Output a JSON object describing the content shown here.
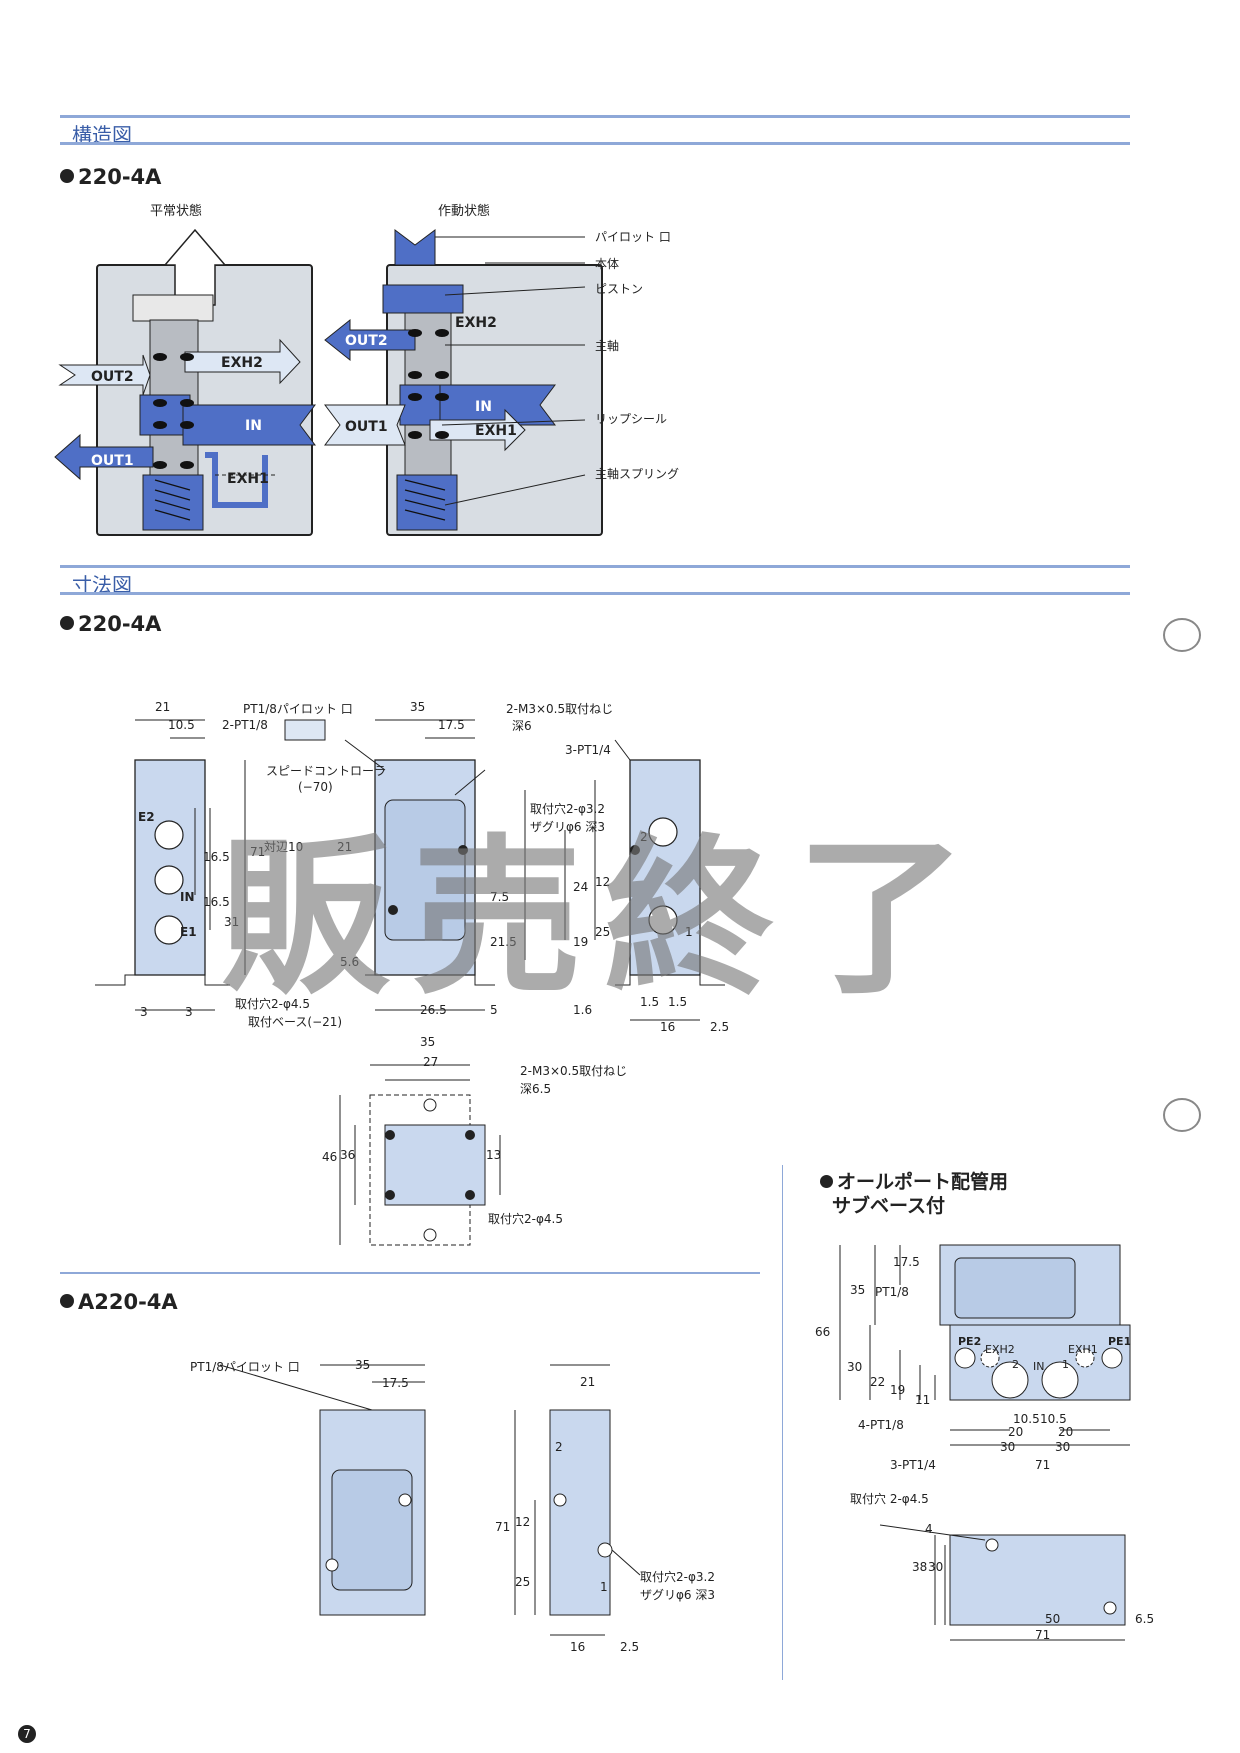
{
  "sections": {
    "structure": "構造図",
    "dimensions": "寸法図"
  },
  "models": {
    "m1": "220-4A",
    "m2": "220-4A",
    "m3": "A220-4A"
  },
  "structure": {
    "normal_state": "平常状態",
    "active_state": "作動状態",
    "ports": {
      "out2": "OUT2",
      "out1": "OUT1",
      "exh2": "EXH2",
      "exh1": "EXH1",
      "in": "IN"
    },
    "parts": {
      "pilot_port": "パイロット 口",
      "body": "本体",
      "piston": "ピストン",
      "main_shaft": "主軸",
      "lip_seal": "リップシール",
      "main_spring": "主軸スプリング"
    }
  },
  "dim_220": {
    "d21": "21",
    "d10_5": "10.5",
    "pt18": "2-PT1/8",
    "pilot": "PT1/8パイロット 口",
    "d35": "35",
    "d17_5": "17.5",
    "m3": "2-M3×0.5取付ねじ",
    "depth6": "深6",
    "pt14": "3-PT1/4",
    "speed": "スピードコントローラ",
    "minus70": "(−70)",
    "opp10": "対辺10",
    "d21b": "21",
    "d71": "71",
    "d16_5a": "16.5",
    "d16_5b": "16.5",
    "d31": "31",
    "e2": "E2",
    "in": "IN",
    "e1": "E1",
    "hole1": "取付穴2-φ3.2",
    "zaguri": "ザグリφ6 深3",
    "d24": "24",
    "d12": "12",
    "d25": "25",
    "d19": "19",
    "d7_5": "7.5",
    "d21_5": "21.5",
    "d5_6": "5.6",
    "d1_6": "1.6",
    "d1_5a": "1.5",
    "d1_5b": "1.5",
    "d16": "16",
    "d2_5": "2.5",
    "p2": "2",
    "p1": "1",
    "hole45": "取付穴2-φ4.5",
    "base": "取付ベース(−21)",
    "d3a": "3",
    "d3b": "3",
    "d26_5": "26.5",
    "d5": "5"
  },
  "dim_bottom": {
    "d35": "35",
    "d27": "27",
    "m3": "2-M3×0.5取付ねじ",
    "depth": "深6.5",
    "d46": "46",
    "d36": "36",
    "d13": "13",
    "hole": "取付穴2-φ4.5"
  },
  "dim_a220": {
    "pilot": "PT1/8パイロット 口",
    "d35": "35",
    "d17_5": "17.5",
    "d21": "21",
    "d71": "71",
    "d12": "12",
    "d25": "25",
    "p2": "2",
    "p1": "1",
    "hole": "取付穴2-φ3.2",
    "zaguri": "ザグリφ6 深3",
    "d16": "16",
    "d2_5": "2.5"
  },
  "subbase": {
    "title1": "オールポート配管用",
    "title2": "サブベース付",
    "pt18": "PT1/8",
    "d66": "66",
    "d35": "35",
    "d17_5": "17.5",
    "d30": "30",
    "d22": "22",
    "d19": "19",
    "d11": "11",
    "pe2": "PE2",
    "exh2": "EXH2",
    "in": "IN",
    "exh1": "EXH1",
    "pe1": "PE1",
    "p2": "2",
    "p1": "1",
    "pt18b": "4-PT1/8",
    "d10_5a": "10.5",
    "d10_5b": "10.5",
    "d20a": "20",
    "d20b": "20",
    "d30a": "30",
    "d30b": "30",
    "pt14": "3-PT1/4",
    "d71": "71",
    "hole": "取付穴 2-φ4.5",
    "d4": "4",
    "d38": "38",
    "d30c": "30",
    "d50": "50",
    "d6_5": "6.5",
    "d71b": "71"
  },
  "stamp": "販売終了",
  "page_number": "7"
}
